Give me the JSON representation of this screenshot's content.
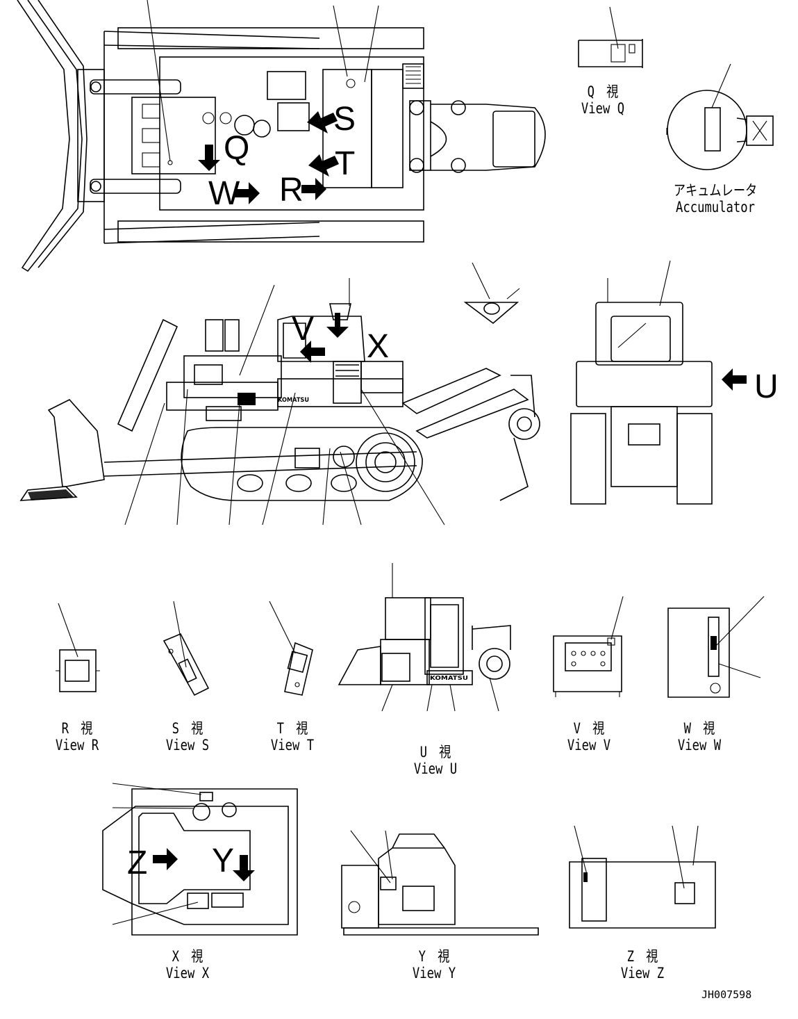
{
  "views": [
    {
      "key": "Q",
      "jp": "Q　視",
      "en": "View Q"
    },
    {
      "key": "R",
      "jp": "R　視",
      "en": "View R"
    },
    {
      "key": "S",
      "jp": "S　視",
      "en": "View S"
    },
    {
      "key": "T",
      "jp": "T　視",
      "en": "View T"
    },
    {
      "key": "U",
      "jp": "U　視",
      "en": "View U"
    },
    {
      "key": "V",
      "jp": "V　視",
      "en": "View V"
    },
    {
      "key": "W",
      "jp": "W　視",
      "en": "View W"
    },
    {
      "key": "X",
      "jp": "X　視",
      "en": "View X"
    },
    {
      "key": "Y",
      "jp": "Y　視",
      "en": "View Y"
    },
    {
      "key": "Z",
      "jp": "Z　視",
      "en": "View Z"
    }
  ],
  "accumulator": {
    "jp": "アキュムレータ",
    "en": "Accumulator"
  },
  "view_markers": {
    "Q": "Q",
    "W": "W",
    "R": "R",
    "S": "S",
    "T": "T",
    "V": "V",
    "X": "X",
    "U": "U",
    "Z": "Z",
    "Y": "Y"
  },
  "brand_decal": "KOMATSU",
  "document_id": "JH007598"
}
